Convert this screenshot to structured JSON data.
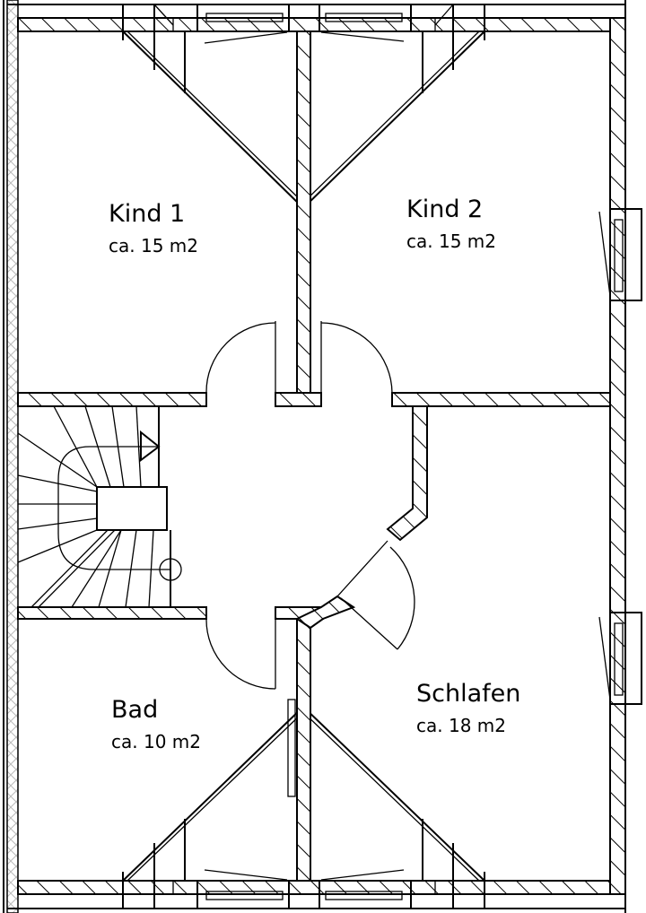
{
  "rooms": [
    {
      "name": "Kind 1",
      "area": "ca. 15 m2"
    },
    {
      "name": "Kind 2",
      "area": "ca. 15 m2"
    },
    {
      "name": "Bad",
      "area": "ca. 10 m2"
    },
    {
      "name": "Schlafen",
      "area": "ca. 18 m2"
    }
  ],
  "colors": {
    "lines": "#000000",
    "background": "#ffffff",
    "chimney_fill": "#bbbbbb"
  }
}
